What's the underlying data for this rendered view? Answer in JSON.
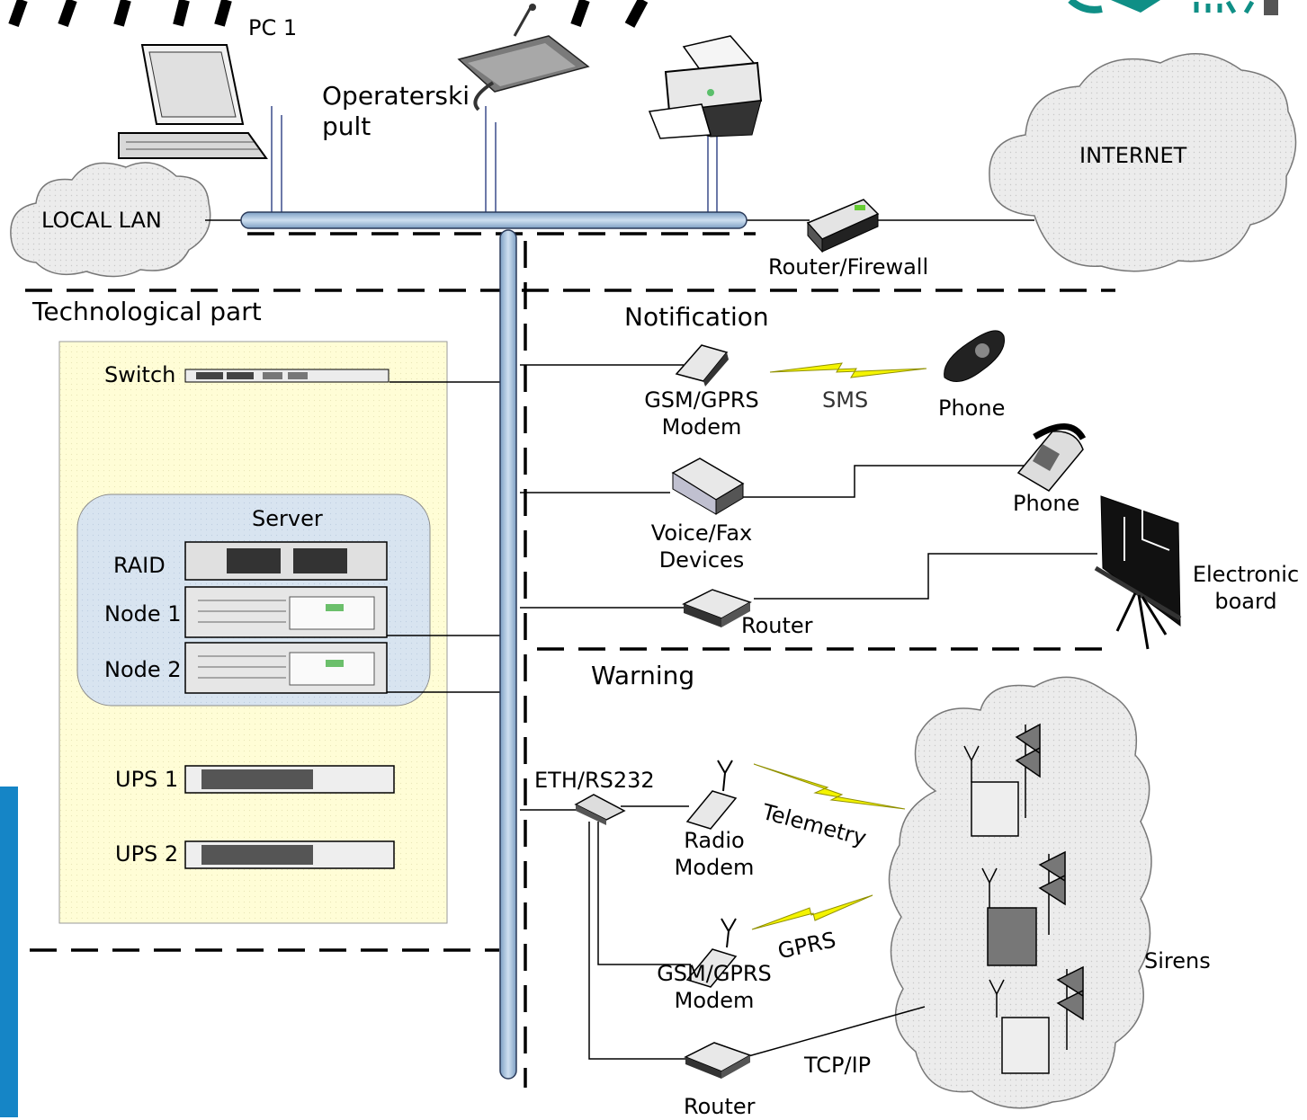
{
  "network": {
    "pc": "PC 1",
    "console": [
      "Operaterski",
      "pult"
    ],
    "local_lan": "LOCAL LAN",
    "internet": "INTERNET",
    "router_firewall": "Router/Firewall"
  },
  "technological": {
    "title": "Technological part",
    "switch": "Switch",
    "server": "Server",
    "raid": "RAID",
    "node1": "Node 1",
    "node2": "Node 2",
    "ups1": "UPS 1",
    "ups2": "UPS 2"
  },
  "notification": {
    "title": "Notification",
    "gsm_modem": [
      "GSM/GPRS",
      "Modem"
    ],
    "sms": "SMS",
    "mobile_phone": "Phone",
    "voice_fax": [
      "Voice/Fax",
      "Devices"
    ],
    "desk_phone": "Phone",
    "router": "Router",
    "board": [
      "Electronic",
      "board"
    ]
  },
  "warning": {
    "title": "Warning",
    "eth_rs232": "ETH/RS232",
    "radio_modem": [
      "Radio",
      "Modem"
    ],
    "telemetry": "Telemetry",
    "gsm_modem": [
      "GSM/GPRS",
      "Modem"
    ],
    "gprs": "GPRS",
    "router": "Router",
    "tcpip": "TCP/IP",
    "sirens": "Sirens"
  },
  "colors": {
    "bus": "#a9c6e2",
    "tech_panel": "#fffdd6",
    "server_panel": "#d8e4f0",
    "cloud": "#ececec",
    "lightning": "#f4f400",
    "left_accent": "#1585c6",
    "logo_teal": "#0f8f86"
  }
}
